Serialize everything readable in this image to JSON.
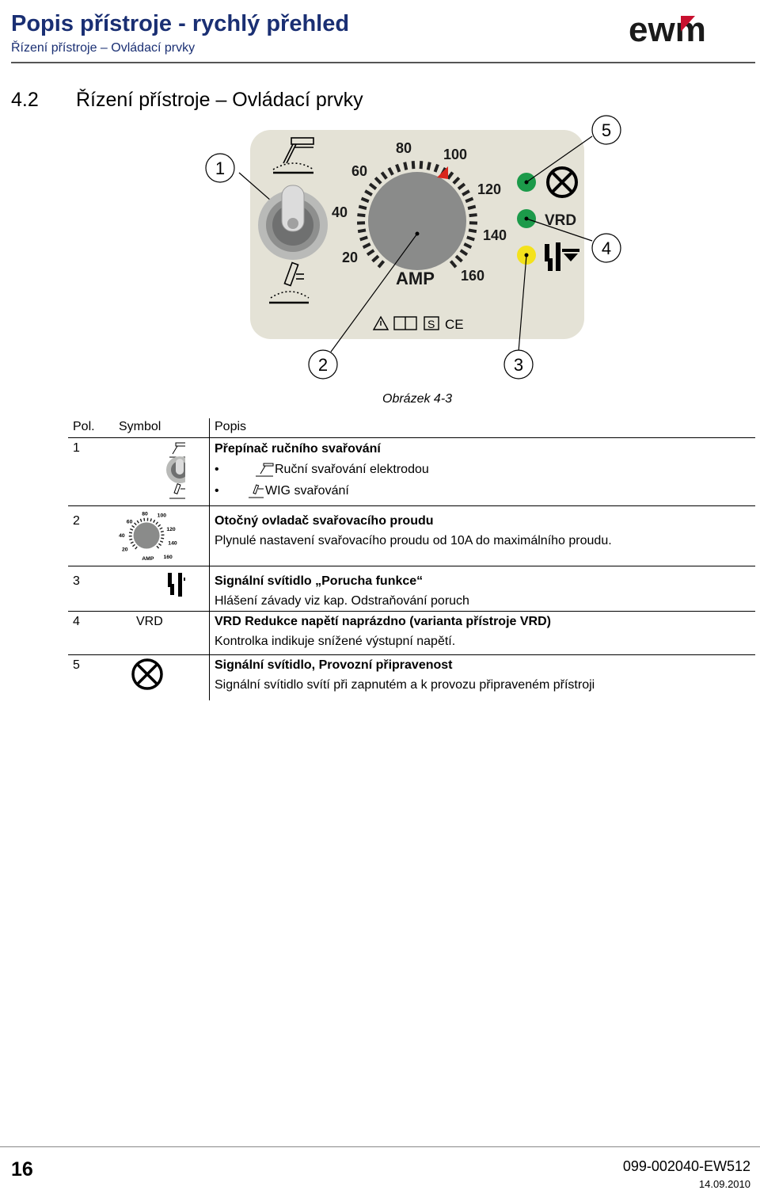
{
  "header": {
    "title": "Popis přístroje - rychlý přehled",
    "subtitle": "Řízení přístroje – Ovládací prvky",
    "logo_text": "ewm"
  },
  "section": {
    "number": "4.2",
    "title": "Řízení přístroje – Ovládací prvky"
  },
  "panel": {
    "dial_values": [
      "20",
      "40",
      "60",
      "80",
      "100",
      "120",
      "140",
      "160"
    ],
    "dial_unit": "AMP",
    "vrd_label": "VRD",
    "callouts": [
      "1",
      "2",
      "3",
      "4",
      "5"
    ],
    "lamp_colors": {
      "top": "#1c9a4a",
      "middle": "#1c9a4a",
      "bottom": "#f4e21c"
    },
    "panel_color": "#e4e2d6"
  },
  "figure_caption": "Obrázek 4-3",
  "legend": {
    "headers": {
      "pos": "Pol.",
      "symbol": "Symbol",
      "desc": "Popis"
    },
    "items": [
      {
        "pos": "1",
        "title": "Přepínač ručního svařování",
        "bullets": [
          "Ruční svařování elektrodou",
          "WIG svařování"
        ]
      },
      {
        "pos": "2",
        "title": "Otočný ovladač svařovacího proudu",
        "text": "Plynulé nastavení svařovacího proudu od 10A do maximálního proudu."
      },
      {
        "pos": "3",
        "title": "Signální svítidlo „Porucha funkce“",
        "text": "Hlášení závady viz kap. Odstraňování poruch"
      },
      {
        "pos": "4",
        "symbol_text": "VRD",
        "title": "VRD Redukce napětí naprázdno (varianta přístroje VRD)",
        "text": "Kontrolka indikuje snížené výstupní napětí."
      },
      {
        "pos": "5",
        "title": "Signální svítidlo, Provozní připravenost",
        "text": "Signální svítidlo svítí při zapnutém a k provozu připraveném přístroji"
      }
    ],
    "bullet_char": "•"
  },
  "footer": {
    "page": "16",
    "doc_code": "099-002040-EW512",
    "date": "14.09.2010"
  }
}
